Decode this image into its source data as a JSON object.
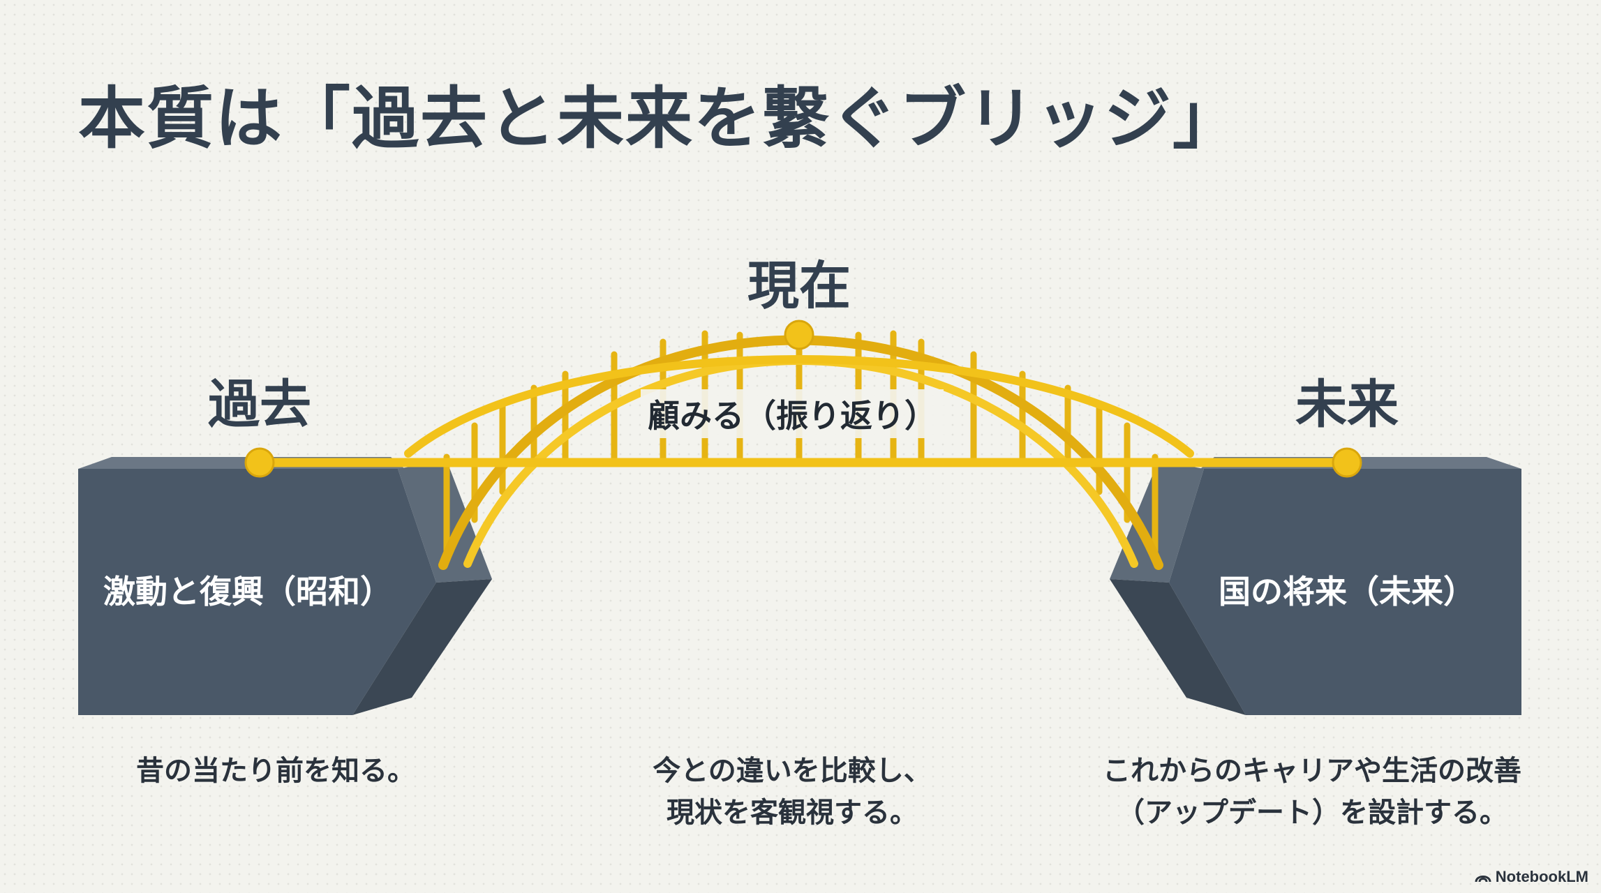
{
  "title": "本質は「過去と未来を繋ぐブリッジ」",
  "nodes": {
    "past": {
      "label": "過去",
      "cliff_text": "激動と復興（昭和）",
      "caption": [
        "昔の当たり前を知る。"
      ]
    },
    "present": {
      "label": "現在",
      "arch_text": "顧みる（振り返り）",
      "caption": [
        "今との違いを比較し、",
        "現状を客観視する。"
      ]
    },
    "future": {
      "label": "未来",
      "cliff_text": "国の将来（未来）",
      "caption": [
        "これからのキャリアや生活の改善",
        "（アップデート）を設計する。"
      ]
    }
  },
  "brand": {
    "name": "NotebookLM",
    "icon": "notebooklm-logo-icon"
  },
  "colors": {
    "bridge": "#f2c21a",
    "cliff_front": "#4a5868",
    "cliff_top": "#5e6b79",
    "cliff_side": "#3b4754",
    "text": "#33404f"
  }
}
